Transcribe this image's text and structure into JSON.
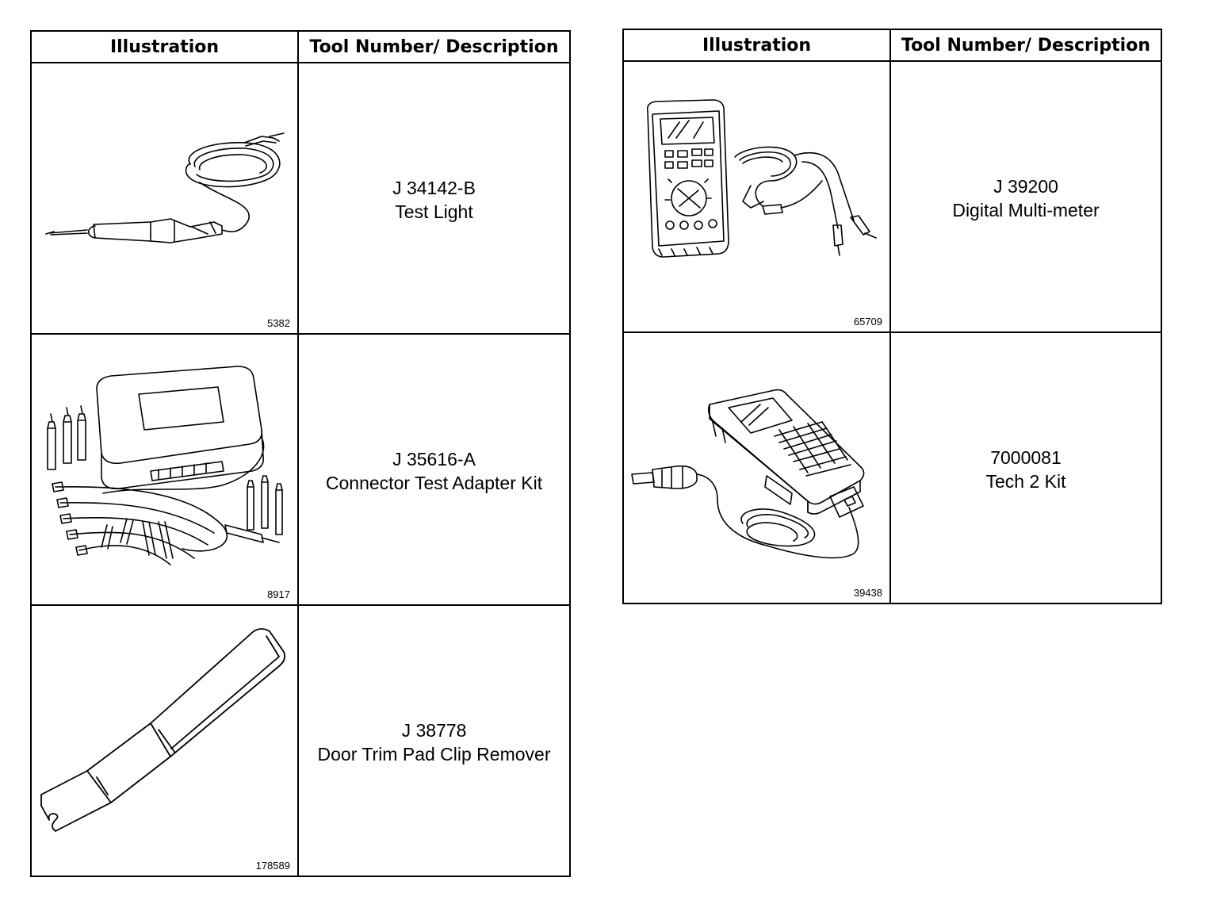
{
  "headers": {
    "illustration": "Illustration",
    "tool": "Tool Number/ Description"
  },
  "left_table": [
    {
      "figure": "5382",
      "number": "J 34142-B",
      "name": "Test Light",
      "icon": "test-light-illustration"
    },
    {
      "figure": "8917",
      "number": "J 35616-A",
      "name": "Connector Test Adapter Kit",
      "icon": "connector-test-adapter-kit-illustration"
    },
    {
      "figure": "178589",
      "number": "J 38778",
      "name": "Door Trim Pad Clip Remover",
      "icon": "door-trim-pad-clip-remover-illustration"
    }
  ],
  "right_table": [
    {
      "figure": "65709",
      "number": "J 39200",
      "name": "Digital Multi-meter",
      "icon": "digital-multimeter-illustration"
    },
    {
      "figure": "39438",
      "number": "7000081",
      "name": "Tech 2 Kit",
      "icon": "tech-2-kit-illustration"
    }
  ]
}
